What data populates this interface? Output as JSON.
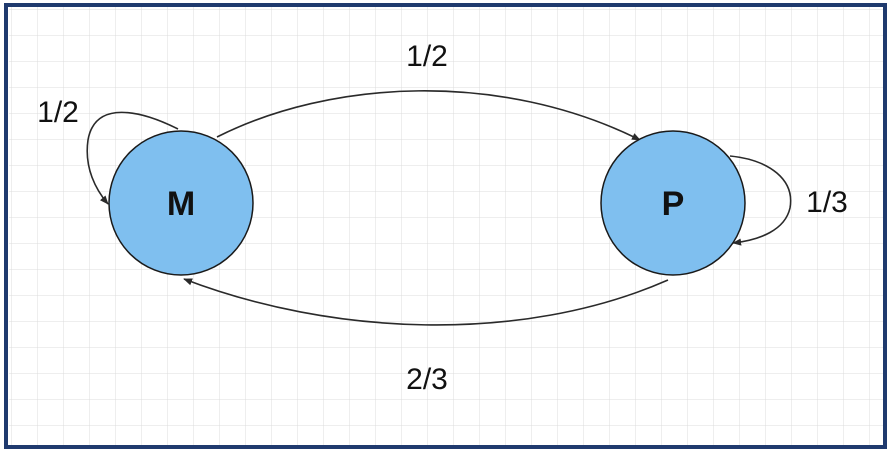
{
  "nodes": [
    {
      "id": "M",
      "label": "M",
      "fill": "#7fbfef"
    },
    {
      "id": "P",
      "label": "P",
      "fill": "#7fbfef"
    }
  ],
  "edges": [
    {
      "from": "M",
      "to": "M",
      "label": "1/2"
    },
    {
      "from": "M",
      "to": "P",
      "label": "1/2"
    },
    {
      "from": "P",
      "to": "P",
      "label": "1/3"
    },
    {
      "from": "P",
      "to": "M",
      "label": "2/3"
    }
  ],
  "colors": {
    "frame": "#1f3a6e",
    "grid": "#dcdcdc",
    "node_stroke": "#1a1a1a",
    "edge": "#2a2a2a"
  }
}
